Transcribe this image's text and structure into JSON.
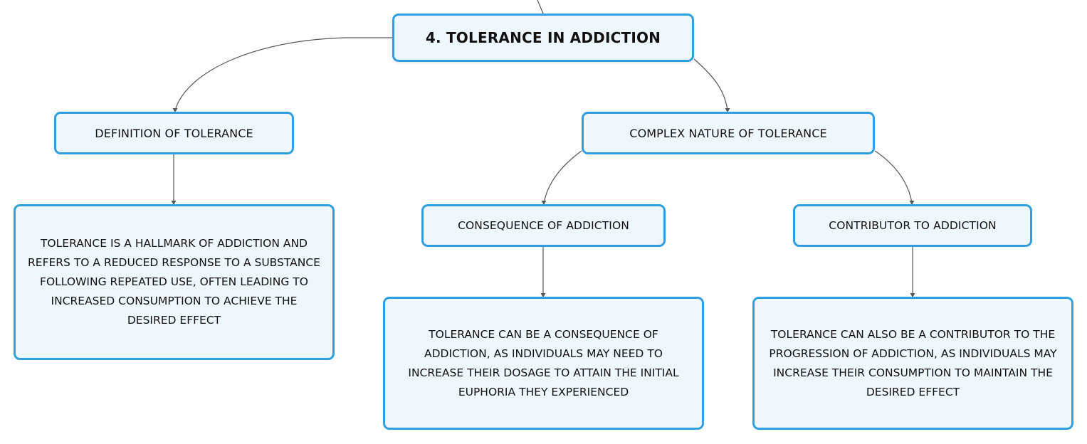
{
  "map": {
    "root": {
      "label": "4. TOLERANCE IN ADDICTION"
    },
    "definition": {
      "label": "DEFINITION OF TOLERANCE",
      "detail": [
        "TOLERANCE IS A HALLMARK OF ADDICTION AND",
        "REFERS TO A REDUCED RESPONSE TO A SUBSTANCE",
        "FOLLOWING REPEATED USE, OFTEN LEADING TO",
        "INCREASED CONSUMPTION TO ACHIEVE THE",
        "DESIRED EFFECT"
      ]
    },
    "complex": {
      "label": "COMPLEX NATURE OF TOLERANCE",
      "consequence": {
        "label": "CONSEQUENCE OF ADDICTION",
        "detail": [
          "TOLERANCE CAN BE A CONSEQUENCE OF",
          "ADDICTION, AS INDIVIDUALS MAY NEED TO",
          "INCREASE THEIR DOSAGE TO ATTAIN THE INITIAL",
          "EUPHORIA THEY EXPERIENCED"
        ]
      },
      "contributor": {
        "label": "CONTRIBUTOR TO ADDICTION",
        "detail": [
          "TOLERANCE CAN ALSO BE A CONTRIBUTOR TO THE",
          "PROGRESSION OF ADDICTION, AS INDIVIDUALS MAY",
          "INCREASE THEIR CONSUMPTION TO MAINTAIN THE",
          "DESIRED EFFECT"
        ]
      }
    }
  },
  "colors": {
    "node_border": "#2f9fe0",
    "node_fill": "#eef7fd",
    "connector": "#555555"
  }
}
